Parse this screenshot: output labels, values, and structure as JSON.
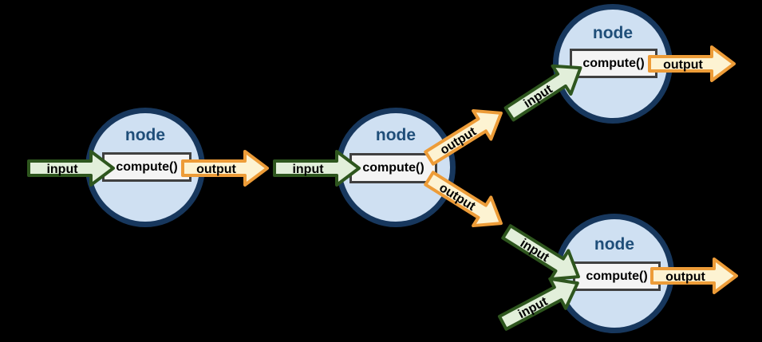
{
  "diagram": {
    "background": "#000000",
    "arrow_labels": {
      "input": "input",
      "output": "output"
    },
    "nodes": [
      {
        "label": "node",
        "compute": "compute()"
      },
      {
        "label": "node",
        "compute": "compute()"
      },
      {
        "label": "node",
        "compute": "compute()"
      },
      {
        "label": "node",
        "compute": "compute()"
      }
    ],
    "colors": {
      "node_fill": "#cfe0f2",
      "node_border": "#17375d",
      "node_label_text": "#1f4e79",
      "compute_fill": "#f4f4f4",
      "compute_border": "#404040",
      "input_arrow_fill": "#e2efda",
      "input_arrow_border": "#2e561e",
      "output_arrow_fill": "#fdf3d2",
      "output_arrow_border": "#ed9c38",
      "arrow_text": "#000000"
    }
  }
}
